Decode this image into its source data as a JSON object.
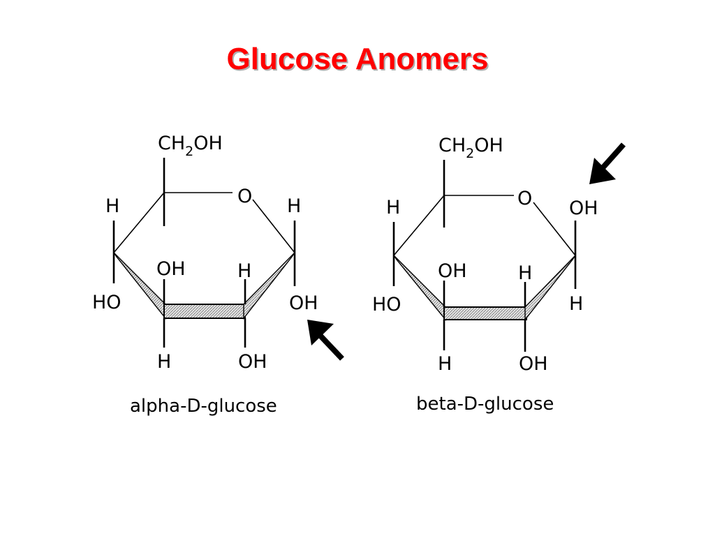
{
  "title": "Glucose Anomers",
  "colors": {
    "title": "#ff0000",
    "hatch": "#cfcfcf"
  },
  "alpha": {
    "caption": "alpha-D-glucose",
    "c6_group": "CH2OH",
    "ring_oxygen": "O",
    "c5_h": "H",
    "c4_ho": "HO",
    "c3_oh_up": "OH",
    "c3_h_down": "H",
    "c2_h_up": "H",
    "c2_oh_down": "OH",
    "c1_top": "H",
    "c1_bottom": "OH",
    "arrow_icon": "arrow-up-left-icon"
  },
  "beta": {
    "caption": "beta-D-glucose",
    "c6_group": "CH2OH",
    "ring_oxygen": "O",
    "c5_h": "H",
    "c4_ho": "HO",
    "c3_oh_up": "OH",
    "c3_h_down": "H",
    "c2_h_up": "H",
    "c2_oh_down": "OH",
    "c1_top": "OH",
    "c1_bottom": "H",
    "arrow_icon": "arrow-down-left-icon"
  }
}
